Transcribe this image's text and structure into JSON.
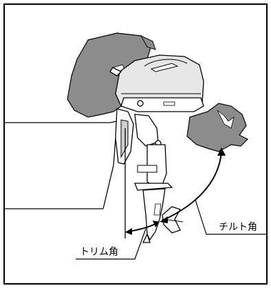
{
  "labels": {
    "tilt_angle": "チルト角",
    "trim_angle": "トリム角"
  },
  "colors": {
    "fill_gray": "#8c8c8c",
    "fill_light": "#ffffff",
    "stroke": "#000000"
  },
  "icon_names": [
    "outboard-motor-illustration",
    "tilt-angle-arrow",
    "trim-angle-arrow",
    "boat-transom"
  ]
}
